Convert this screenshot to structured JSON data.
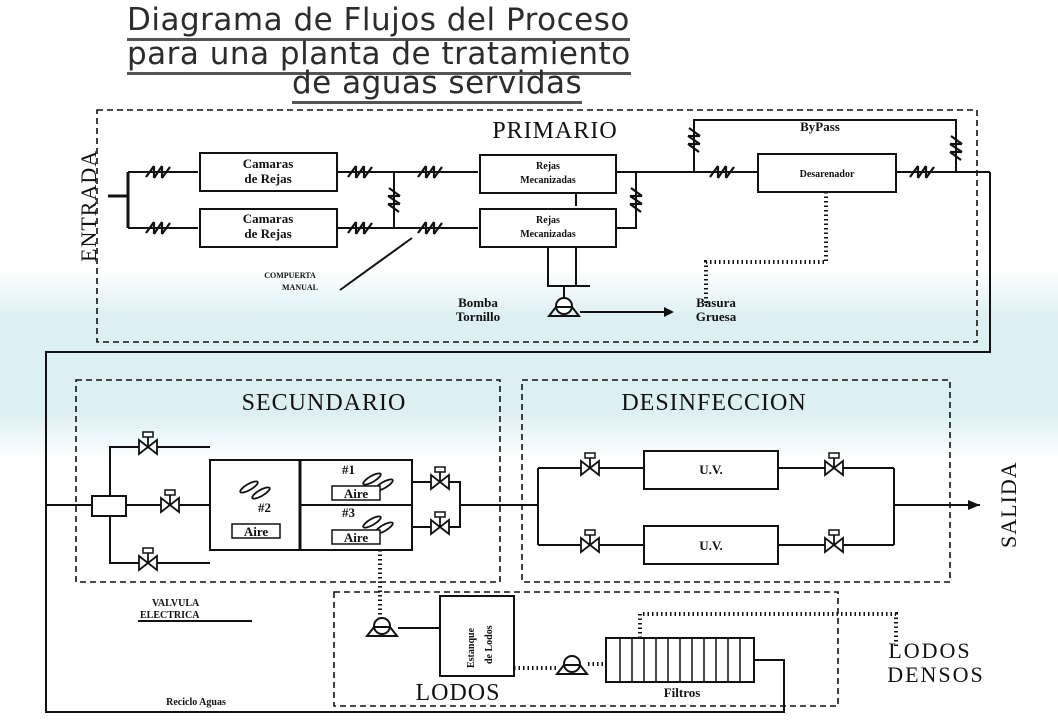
{
  "title": {
    "line1": "Diagrama de Flujos del Proceso",
    "line2": "para una planta de tratamiento",
    "line3": "de aguas servidas"
  },
  "sections": {
    "primario": "PRIMARIO",
    "secundario": "SECUNDARIO",
    "desinfeccion": "DESINFECCION",
    "lodos": "LODOS"
  },
  "flow": {
    "entrada": "ENTRADA",
    "salida": "SALIDA"
  },
  "primario": {
    "camaras_1_line1": "Camaras",
    "camaras_1_line2": "de Rejas",
    "camaras_2_line1": "Camaras",
    "camaras_2_line2": "de Rejas",
    "rejas_1_line1": "Rejas",
    "rejas_1_line2": "Mecanizadas",
    "rejas_2_line1": "Rejas",
    "rejas_2_line2": "Mecanizadas",
    "bypass": "ByPass",
    "desarenador": "Desarenador",
    "compuerta_line1": "COMPUERTA",
    "compuerta_line2": "MANUAL",
    "bomba_line1": "Bomba",
    "bomba_line2": "Tornillo",
    "basura_line1": "Basura",
    "basura_line2": "Gruesa"
  },
  "secundario": {
    "tank_1": "#1",
    "tank_2": "#2",
    "tank_3": "#3",
    "aire": "Aire",
    "valvula_line1": "VALVULA",
    "valvula_line2": "ELECTRICA"
  },
  "desinfeccion": {
    "uv_1": "U.V.",
    "uv_2": "U.V."
  },
  "lodos": {
    "espesador_line1": "Estanque",
    "espesador_line2": "de Lodos",
    "filtros": "Filtros",
    "densos_line1": "LODOS",
    "densos_line2": "DENSOS",
    "reciclo": "Reciclo Aguas"
  },
  "colors": {
    "ink": "#111111",
    "band": "#daeef2"
  }
}
